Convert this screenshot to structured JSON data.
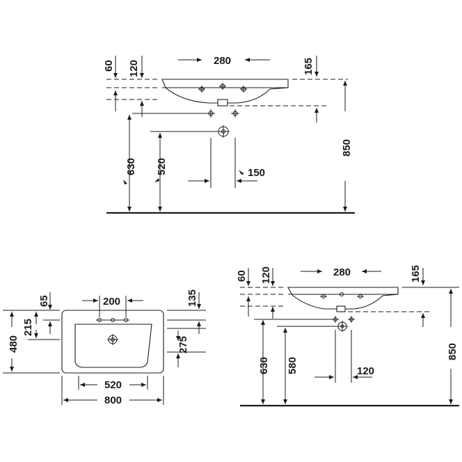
{
  "top_view": {
    "dims": {
      "d60": "60",
      "d120": "120",
      "d280": "280",
      "d165": "165",
      "d850": "850",
      "d630": "630",
      "d520": "520",
      "d150": "150"
    }
  },
  "plan_view": {
    "dims": {
      "d65": "65",
      "d200": "200",
      "d135": "135",
      "d215": "215",
      "d480": "480",
      "d275": "275",
      "d520": "520",
      "d800": "800"
    }
  },
  "side_view": {
    "dims": {
      "d60": "60",
      "d120": "120",
      "d280": "280",
      "d165": "165",
      "d850": "850",
      "d630": "630",
      "d580": "580",
      "d120b": "120"
    }
  }
}
